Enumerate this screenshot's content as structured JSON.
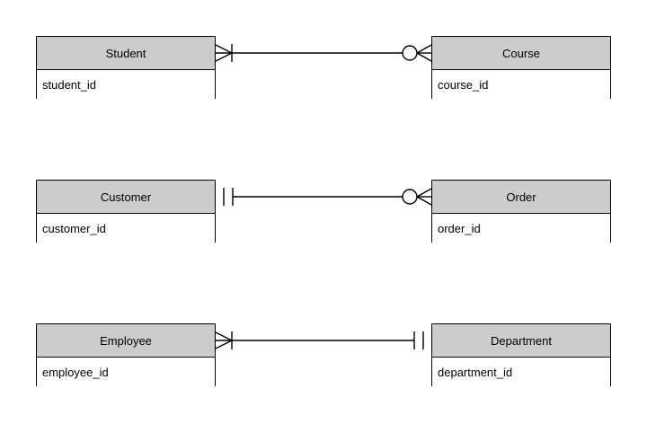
{
  "diagram": {
    "type": "entity-relationship-diagram",
    "notation": "crows-foot",
    "background_color": "#ffffff",
    "header_fill": "#cccccc",
    "line_color": "#000000",
    "relationships": [
      {
        "left_entity": {
          "name": "Student",
          "attribute": "student_id"
        },
        "right_entity": {
          "name": "Course",
          "attribute": "course_id"
        },
        "left_cardinality": "one-or-many",
        "right_cardinality": "zero-or-many",
        "left_symbol": "crowsfoot-bar",
        "right_symbol": "circle-crowsfoot"
      },
      {
        "left_entity": {
          "name": "Customer",
          "attribute": "customer_id"
        },
        "right_entity": {
          "name": "Order",
          "attribute": "order_id"
        },
        "left_cardinality": "exactly-one",
        "right_cardinality": "zero-or-many",
        "left_symbol": "double-bar",
        "right_symbol": "circle-crowsfoot"
      },
      {
        "left_entity": {
          "name": "Employee",
          "attribute": "employee_id"
        },
        "right_entity": {
          "name": "Department",
          "attribute": "department_id"
        },
        "left_cardinality": "one-or-many",
        "right_cardinality": "exactly-one",
        "left_symbol": "crowsfoot-bar",
        "right_symbol": "double-bar"
      }
    ]
  }
}
